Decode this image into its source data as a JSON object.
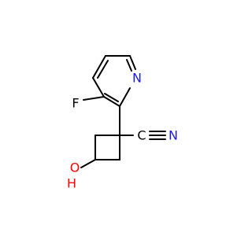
{
  "molecule": {
    "atoms": {
      "F": {
        "symbol": "F",
        "color": "#000000"
      },
      "N_pyridine": {
        "symbol": "N",
        "color": "#1a1ae6"
      },
      "C_nitrile": {
        "symbol": "C",
        "color": "#000000"
      },
      "N_nitrile": {
        "symbol": "N",
        "color": "#1a1ae6"
      },
      "O": {
        "symbol": "O",
        "color": "#ff0000"
      },
      "H": {
        "symbol": "H",
        "color": "#ff0000"
      }
    }
  }
}
